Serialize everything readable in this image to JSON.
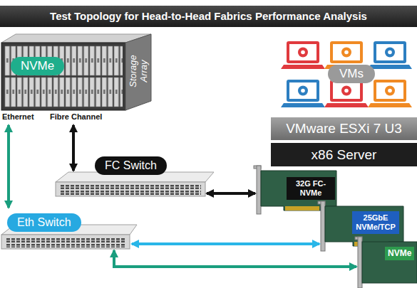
{
  "diagram": {
    "title": "Test Topology for Head-to-Head Fabrics Performance Analysis",
    "nodes": [
      {
        "text": [
          "NVMe",
          "Storage Array",
          "Ethernet",
          "Fibre Channel"
        ]
      },
      {
        "text": [
          "VMs"
        ]
      },
      {
        "text": [
          "VMware ESXi 7 U3"
        ]
      },
      {
        "text": [
          "x86 Server"
        ]
      },
      {
        "text": [
          "FC Switch"
        ]
      },
      {
        "text": [
          "32G FC-NVMe"
        ]
      },
      {
        "text": [
          "Eth Switch"
        ]
      },
      {
        "text": [
          "25GbE NVMe/TCP"
        ]
      },
      {
        "text": [
          "NVMe"
        ]
      }
    ],
    "edges": [
      {
        "from": 0,
        "to": 6,
        "arrow": "both"
      },
      {
        "from": 0,
        "to": 4,
        "arrow": "both"
      },
      {
        "from": 4,
        "to": 5,
        "arrow": "both"
      },
      {
        "from": 6,
        "to": 7,
        "arrow": "both"
      },
      {
        "from": 6,
        "to": 8,
        "arrow": "both"
      }
    ]
  }
}
